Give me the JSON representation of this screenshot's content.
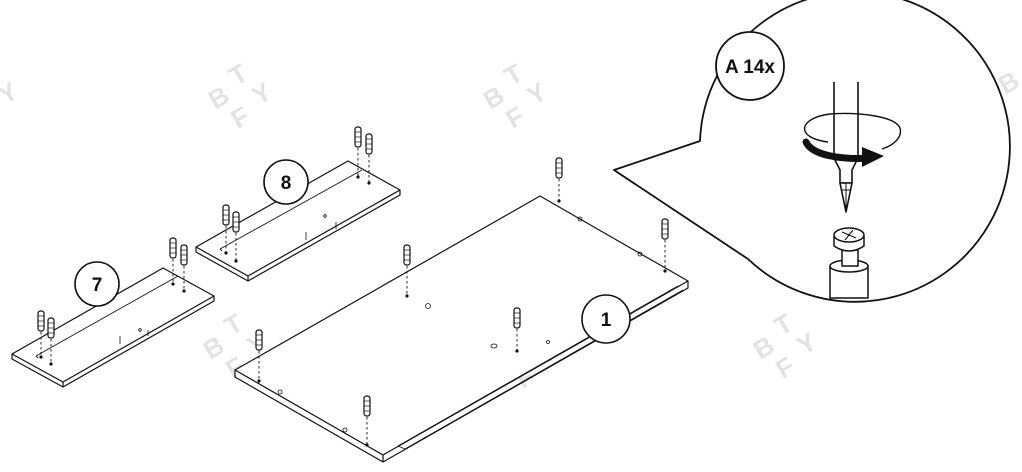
{
  "watermark": {
    "letters": [
      "B",
      "T",
      "F",
      "Y"
    ]
  },
  "callouts": {
    "part7": "7",
    "part8": "8",
    "part1": "1",
    "hardware": "A 14x"
  },
  "icons": {
    "dowel": "wooden-dowel-icon",
    "screwdriver": "phillips-screwdriver-icon",
    "rotation": "clockwise-rotation-arrow-icon",
    "cam_screw": "cam-screw-icon"
  },
  "colors": {
    "line": "#111111",
    "panel": "#ffffff",
    "watermark": "#e3e3e3"
  }
}
